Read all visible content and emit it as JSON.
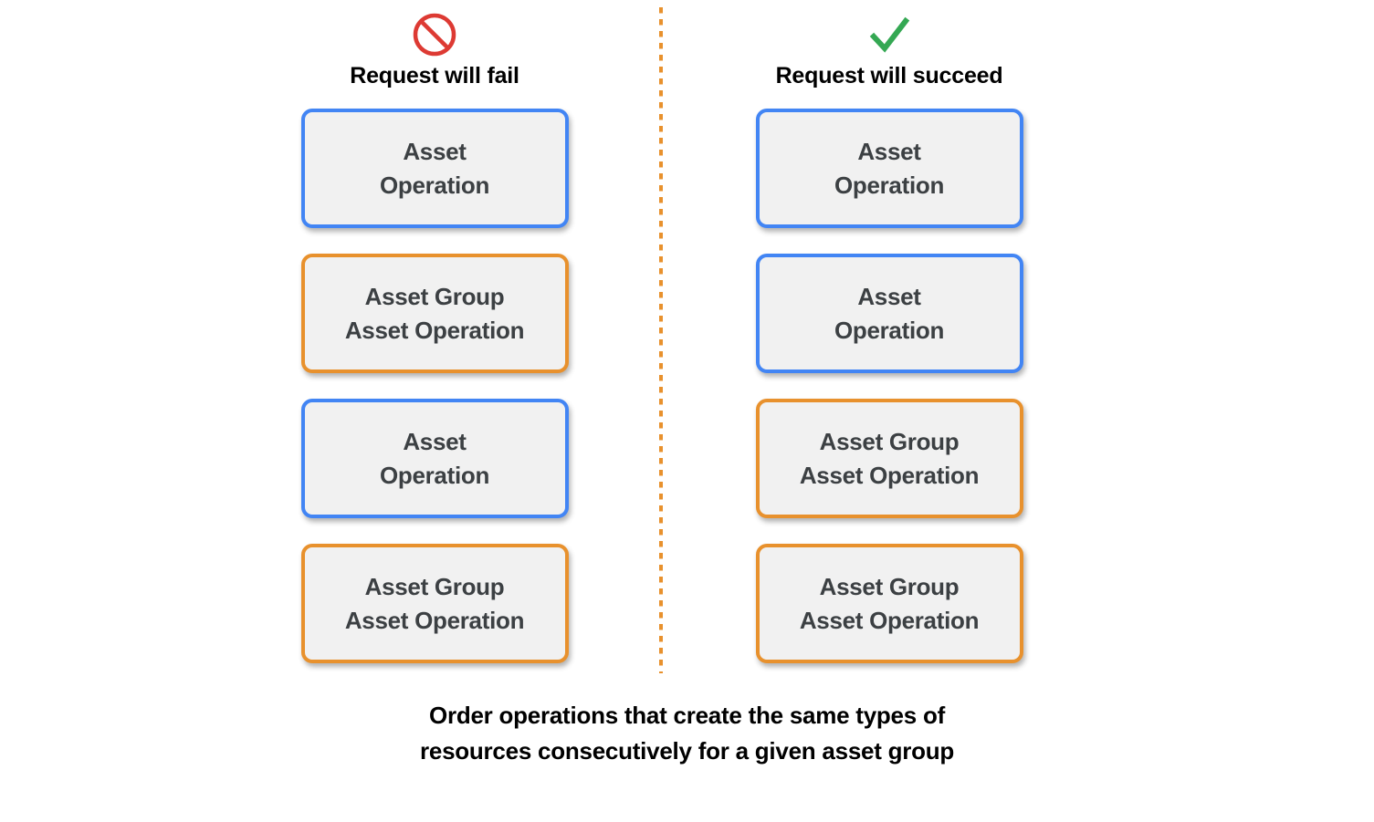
{
  "background": "#ffffff",
  "divider": {
    "name": "vertical-dotted-divider",
    "color": "#e8912d",
    "style": "dotted"
  },
  "colors": {
    "card_fill": "#f1f1f1",
    "blue_border": "#4285f4",
    "orange_border": "#e8912d",
    "fail_icon": "#dd3a33",
    "success_icon": "#34a853",
    "card_text": "#3c4043",
    "heading_text": "#000000"
  },
  "columns": [
    {
      "id": "fail",
      "icon": "prohibition-icon",
      "icon_color": "#dd3a33",
      "title": "Request will fail",
      "cards": [
        {
          "label": "Asset\nOperation",
          "variant": "blue"
        },
        {
          "label": "Asset Group\nAsset Operation",
          "variant": "orange"
        },
        {
          "label": "Asset\nOperation",
          "variant": "blue"
        },
        {
          "label": "Asset Group\nAsset Operation",
          "variant": "orange"
        }
      ]
    },
    {
      "id": "succeed",
      "icon": "check-icon",
      "icon_color": "#34a853",
      "title": "Request will succeed",
      "cards": [
        {
          "label": "Asset\nOperation",
          "variant": "blue"
        },
        {
          "label": "Asset\nOperation",
          "variant": "blue"
        },
        {
          "label": "Asset Group\nAsset Operation",
          "variant": "orange"
        },
        {
          "label": "Asset Group\nAsset Operation",
          "variant": "orange"
        }
      ]
    }
  ],
  "caption": "Order operations that create the same types of\nresources consecutively for a given asset group"
}
